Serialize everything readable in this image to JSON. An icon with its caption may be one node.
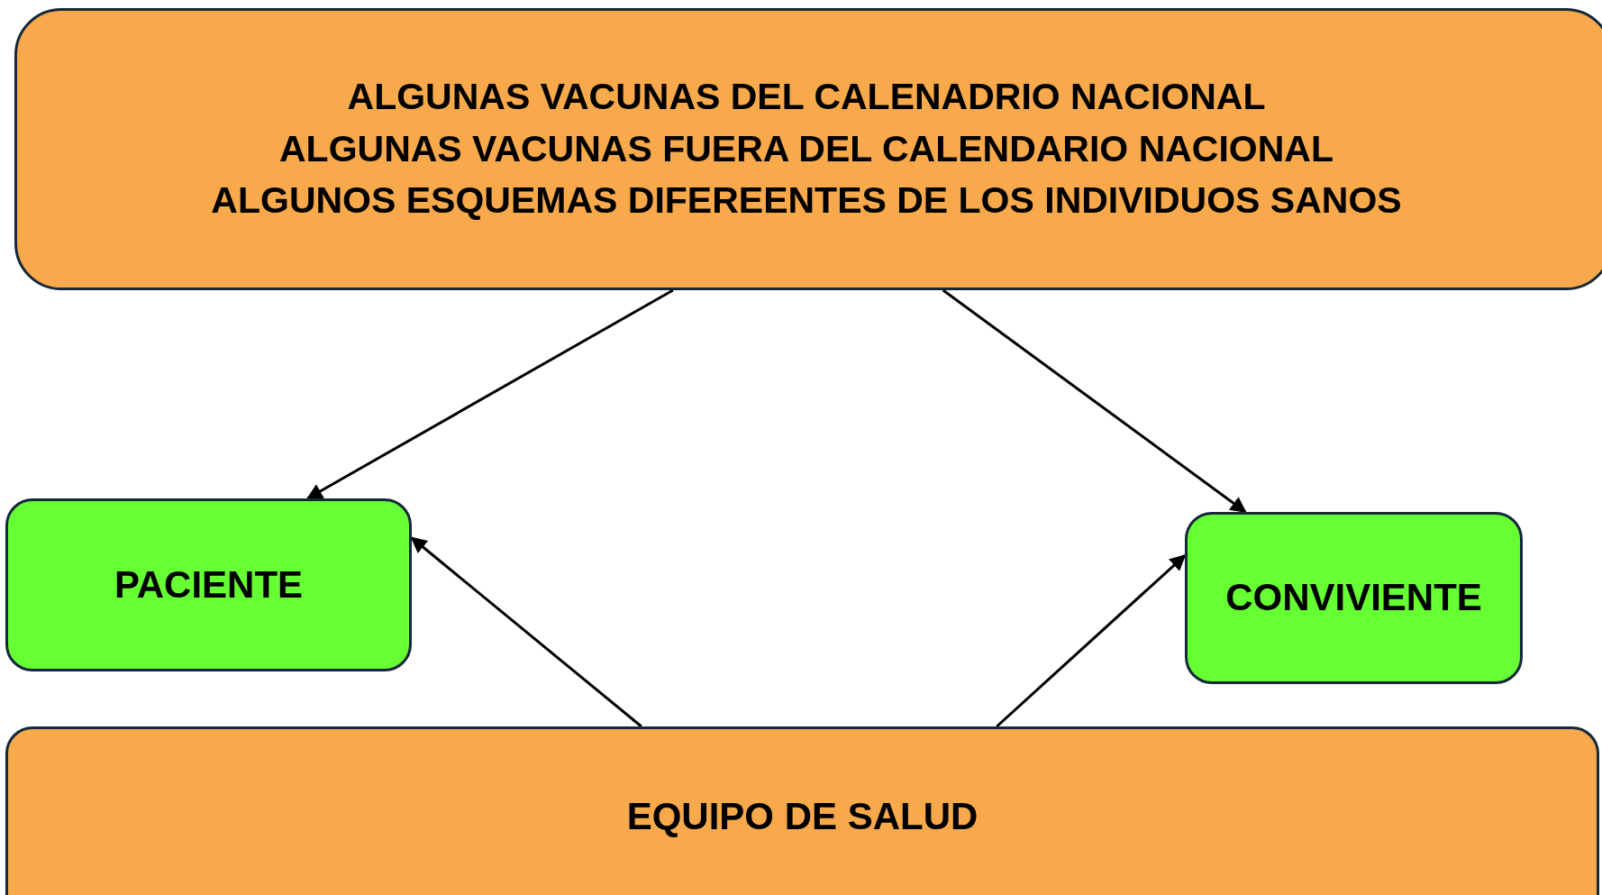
{
  "diagram": {
    "nodes": [
      {
        "text": [
          "ALGUNAS VACUNAS DEL CALENADRIO NACIONAL",
          "ALGUNAS VACUNAS FUERA DEL CALENDARIO NACIONAL",
          "ALGUNOS ESQUEMAS DIFEREENTES DE LOS INDIVIDUOS SANOS"
        ]
      },
      {
        "text": [
          "PACIENTE"
        ]
      },
      {
        "text": [
          "CONVIVIENTE"
        ]
      },
      {
        "text": [
          "EQUIPO DE SALUD"
        ]
      }
    ],
    "edges": [
      {
        "from": 0,
        "to": 1,
        "arrow": "to"
      },
      {
        "from": 0,
        "to": 2,
        "arrow": "to"
      },
      {
        "from": 3,
        "to": 1,
        "arrow": "to"
      },
      {
        "from": 3,
        "to": 2,
        "arrow": "to"
      }
    ]
  }
}
